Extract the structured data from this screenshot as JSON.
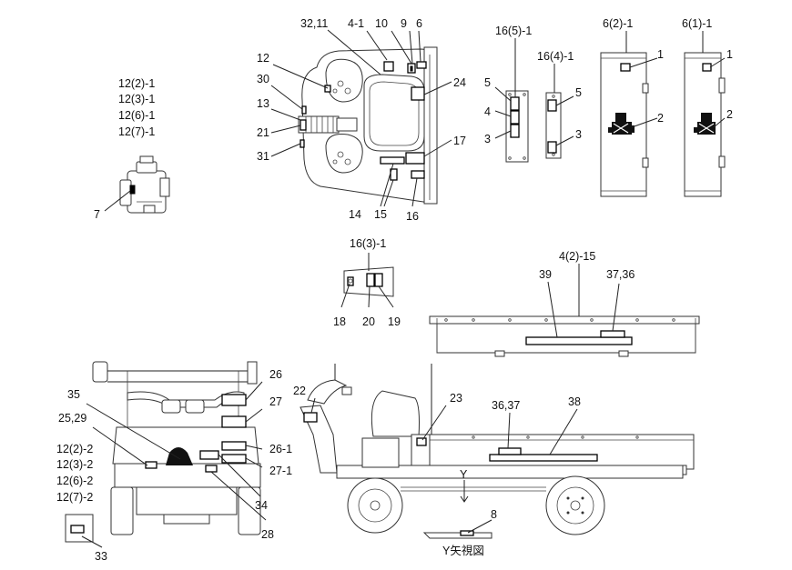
{
  "labels": {
    "col1": [
      "12(2)-1",
      "12(3)-1",
      "12(6)-1",
      "12(7)-1"
    ],
    "col2": [
      "12(2)-2",
      "12(3)-2",
      "12(6)-2",
      "12(7)-2"
    ],
    "n7": "7",
    "n12": "12",
    "n30": "30",
    "n13": "13",
    "n21": "21",
    "n31": "31",
    "n32_11": "32,11",
    "n4_1": "4-1",
    "n10": "10",
    "n9": "9",
    "n6": "6",
    "n24": "24",
    "n17": "17",
    "n14": "14",
    "n15": "15",
    "n16": "16",
    "v16_5_1": "16(5)-1",
    "v16_4_1": "16(4)-1",
    "v6_2_1": "6(2)-1",
    "v6_1_1": "6(1)-1",
    "n5a": "5",
    "n4a": "4",
    "n3a": "3",
    "n5b": "5",
    "n3b": "3",
    "n1a": "1",
    "n2a": "2",
    "n1b": "1",
    "n2b": "2",
    "v16_3_1": "16(3)-1",
    "n18": "18",
    "n20": "20",
    "n19": "19",
    "v4_2_15": "4(2)-15",
    "n39": "39",
    "n37_36": "37,36",
    "n26": "26",
    "n27": "27",
    "n26_1": "26-1",
    "n27_1": "27-1",
    "n35": "35",
    "n25_29": "25,29",
    "n34": "34",
    "n28": "28",
    "n33": "33",
    "n22": "22",
    "n23": "23",
    "n36_37": "36,37",
    "n38": "38",
    "nY": "Y",
    "n8": "8",
    "view_y": "Y矢視図"
  }
}
